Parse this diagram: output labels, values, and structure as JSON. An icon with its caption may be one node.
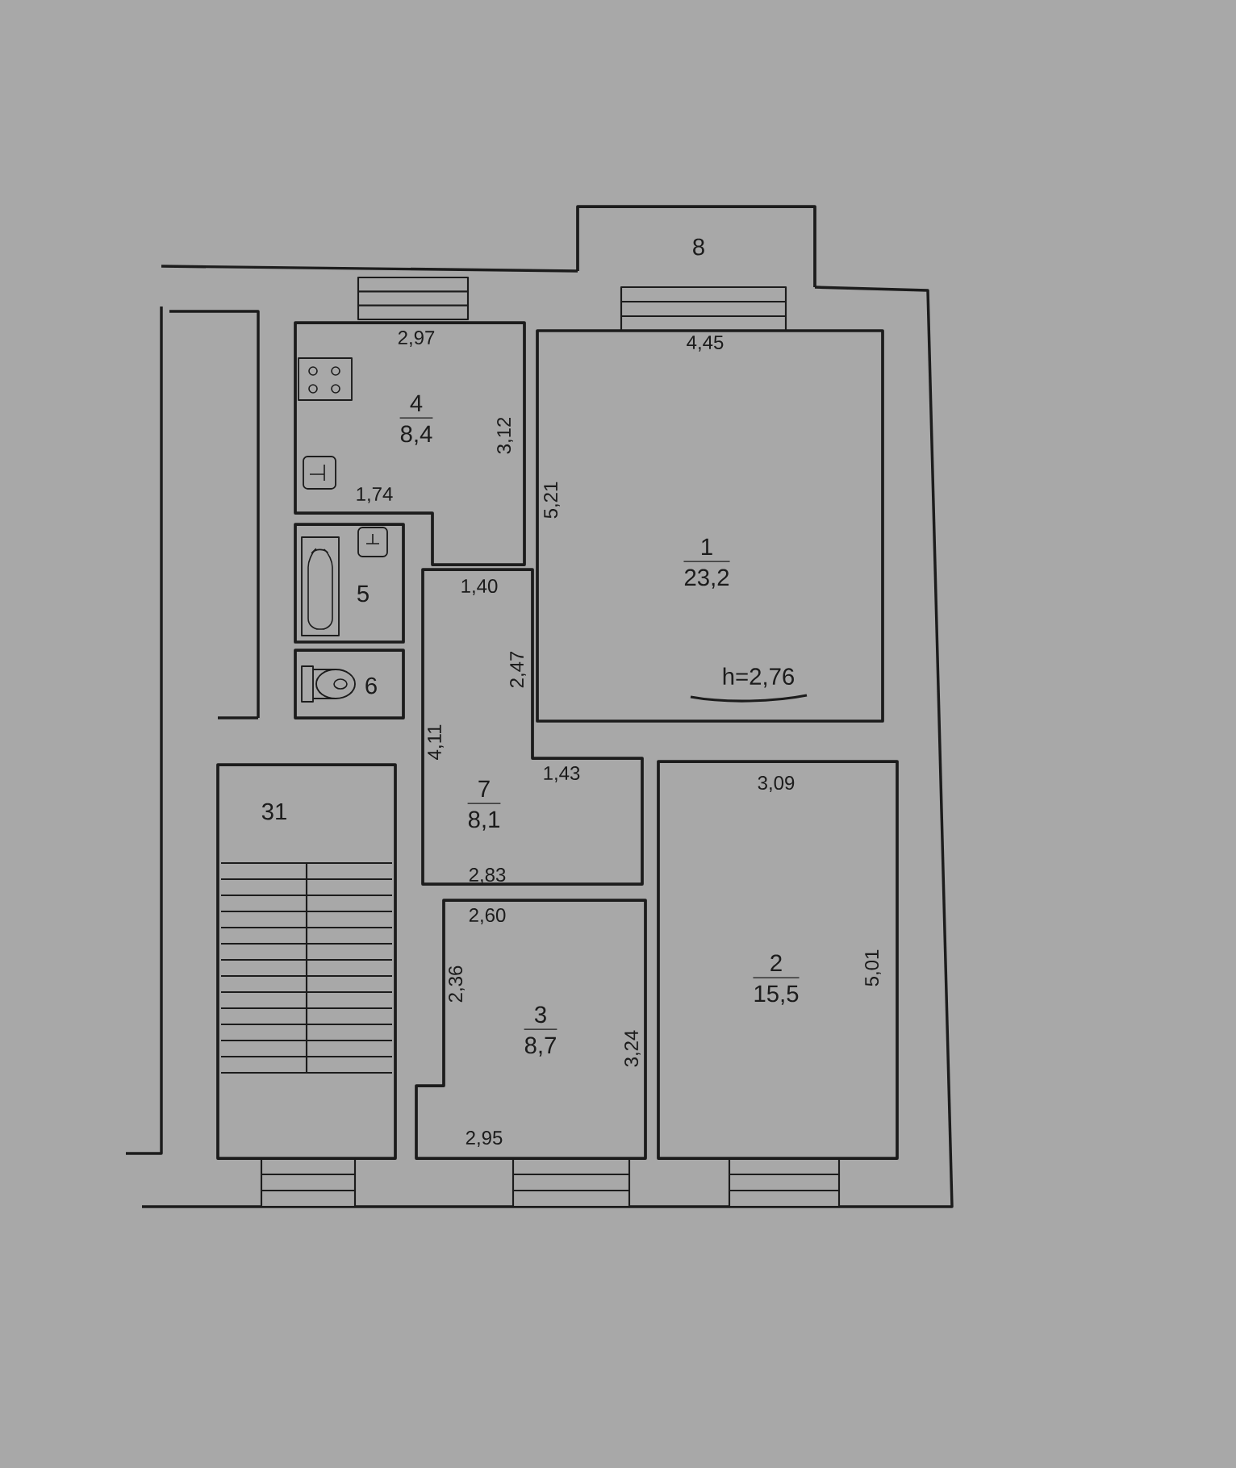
{
  "diagram": {
    "nodes": [
      {
        "text": [
          "8"
        ]
      },
      {
        "text": [
          "4",
          "8,4"
        ]
      },
      {
        "text": [
          "1",
          "23,2"
        ]
      },
      {
        "text": [
          "5"
        ]
      },
      {
        "text": [
          "6"
        ]
      },
      {
        "text": [
          "7",
          "8,1"
        ]
      },
      {
        "text": [
          "31"
        ]
      },
      {
        "text": [
          "3",
          "8,7"
        ]
      },
      {
        "text": [
          "2",
          "15,5"
        ]
      }
    ],
    "labels": [
      "2,97",
      "4,45",
      "3,12",
      "1,74",
      "5,21",
      "1,40",
      "2,47",
      "h=2,76",
      "4,11",
      "1,43",
      "3,09",
      "2,83",
      "2,60",
      "2,36",
      "3,24",
      "5,01",
      "2,95"
    ]
  }
}
